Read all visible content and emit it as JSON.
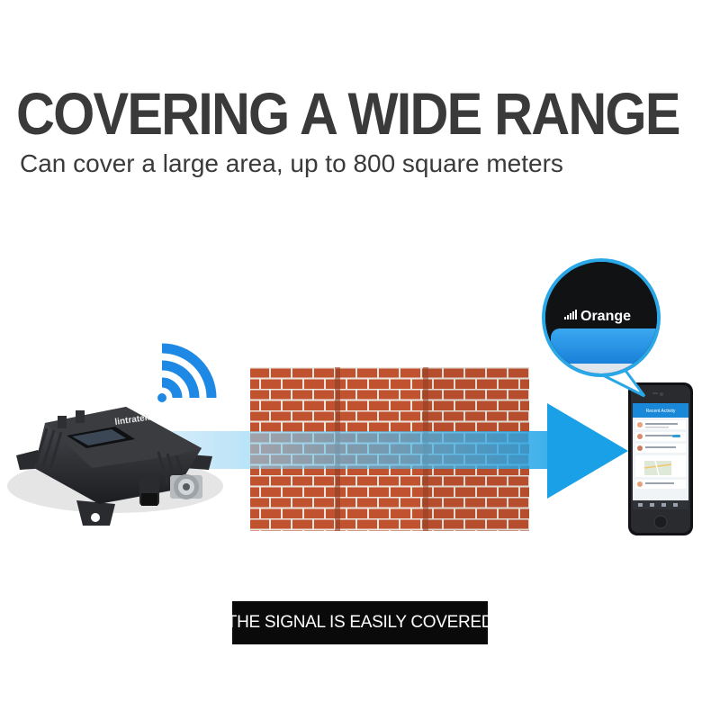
{
  "header": {
    "title": "COVERING A WIDE RANGE",
    "subtitle": "Can cover a large area, up to 800 square meters"
  },
  "booster": {
    "brand": "lintratek"
  },
  "phone": {
    "carrier": "Orange",
    "app_header": "Recent Activity"
  },
  "caption": {
    "text": "THE SIGNAL IS EASILY COVERED"
  },
  "colors": {
    "heading": "#3a3a3a",
    "brick": "#c0522f",
    "mortar": "#e9e4de",
    "signal_blue": "#1aa0e6",
    "wifi_blue": "#1e88e5",
    "caption_bg": "#0a0a0a"
  },
  "icons": {
    "wifi": "wifi-signal-icon",
    "arrow": "signal-arrow-icon"
  }
}
